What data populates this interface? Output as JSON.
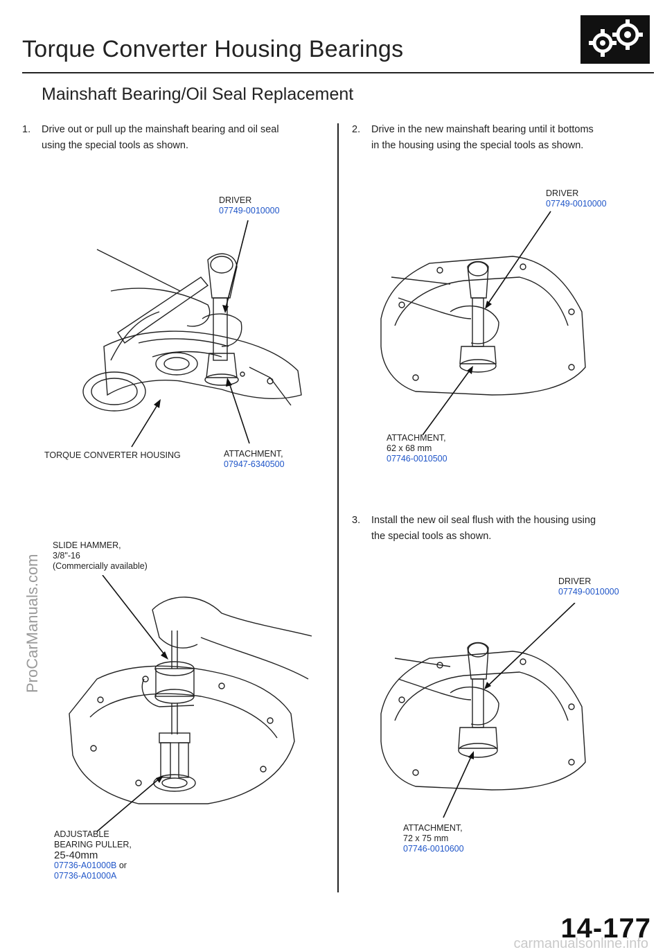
{
  "header": {
    "title": "Torque Converter Housing Bearings",
    "subtitle": "Mainshaft Bearing/Oil Seal Replacement",
    "logo_icon": "gears-icon"
  },
  "steps": [
    {
      "num": "1.",
      "line1": "Drive out or pull up the mainshaft bearing and oil seal",
      "line2": "using the special tools as shown."
    },
    {
      "num": "2.",
      "line1": "Drive in the new mainshaft bearing until it bottoms",
      "line2": "in the housing using the special tools as shown."
    },
    {
      "num": "3.",
      "line1": "Install the new oil seal flush with the housing using",
      "line2": "the special tools as shown."
    }
  ],
  "labels": {
    "fig1_driver": {
      "name": "DRIVER",
      "part": "07749-0010000"
    },
    "fig1_housing": "TORQUE CONVERTER HOUSING",
    "fig1_attachment": {
      "name": "ATTACHMENT,",
      "part": "07947-6340500"
    },
    "fig2_hammer": {
      "line1": "SLIDE HAMMER,",
      "line2": "3/8\"-16",
      "line3": "(Commercially available)"
    },
    "fig2_puller": {
      "line1": "ADJUSTABLE",
      "line2": "BEARING PULLER,",
      "line3": "25-40mm",
      "part1": "07736-A01000B",
      "or": " or",
      "part2": "07736-A01000A"
    },
    "fig3_driver": {
      "name": "DRIVER",
      "part": "07749-0010000"
    },
    "fig3_attachment": {
      "name": "ATTACHMENT,",
      "size": "62 x 68 mm",
      "part": "07746-0010500"
    },
    "fig4_driver": {
      "name": "DRIVER",
      "part": "07749-0010000"
    },
    "fig4_attachment": {
      "name": "ATTACHMENT,",
      "size": "72 x 75 mm",
      "part": "07746-0010600"
    }
  },
  "watermark": "ProCarManuals.com",
  "page_number": "14-177",
  "footer": "carmanualsonline.info",
  "colors": {
    "part_number": "#1f55c8",
    "text": "#222222"
  }
}
